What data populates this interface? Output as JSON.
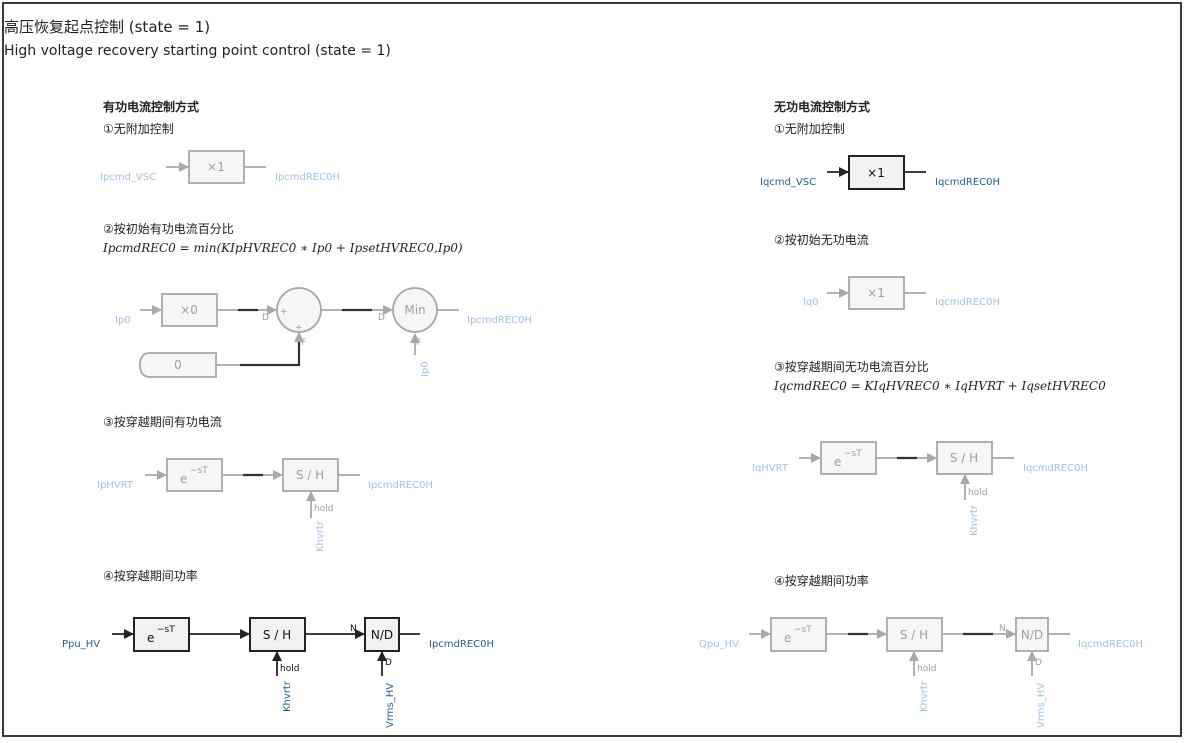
{
  "title": {
    "zh": "高压恢复起点控制 (state = 1)",
    "en": "High voltage recovery starting point control (state = 1)"
  },
  "left": {
    "heading": "有功电流控制方式",
    "opt1": {
      "label": "①无附加控制",
      "input": "Ipcmd_VSC",
      "gain": "×1",
      "output": "IpcmdREC0H"
    },
    "opt2": {
      "label": "②按初始有功电流百分比",
      "formula": "IpcmdREC0 = min(KIpHVREC0 ∗ Ip0 + IpsetHVREC0,Ip0)",
      "input": "Ip0",
      "gain": "×0",
      "const": "0",
      "sum_d": "D",
      "sum_plus1": "+",
      "sum_plus2": "+",
      "sum_f": "F",
      "min_block": "Min",
      "min_d": "D",
      "min_f": "F",
      "min_input": "Ip0",
      "output": "IpcmdREC0H"
    },
    "opt3": {
      "label": "③按穿越期间有功电流",
      "input": "IpHVRT",
      "delay": "e",
      "delay_exp": "−sT",
      "sh": "S / H",
      "hold": "hold",
      "hold_input": "Khvrtr",
      "output": "IpcmdREC0H"
    },
    "opt4": {
      "label": "④按穿越期间功率",
      "input": "Ppu_HV",
      "delay": "e",
      "delay_exp": "−sT",
      "sh": "S / H",
      "hold": "hold",
      "hold_input": "Khvrtr",
      "div": "N/D",
      "div_n": "N",
      "div_d": "D",
      "div_input": "Vrms_HV",
      "output": "IpcmdREC0H"
    }
  },
  "right": {
    "heading": "无功电流控制方式",
    "opt1": {
      "label": "①无附加控制",
      "input": "Iqcmd_VSC",
      "gain": "×1",
      "output": "IqcmdREC0H"
    },
    "opt2": {
      "label": "②按初始无功电流",
      "input": "Iq0",
      "gain": "×1",
      "output": "IqcmdREC0H"
    },
    "opt3": {
      "label": "③按穿越期间无功电流百分比",
      "formula": "IqcmdREC0 = KIqHVREC0 ∗ IqHVRT + IqsetHVREC0",
      "input": "IqHVRT",
      "delay": "e",
      "delay_exp": "−sT",
      "sh": "S / H",
      "hold": "hold",
      "hold_input": "Khvrtr",
      "output": "IqcmdREC0H"
    },
    "opt4": {
      "label": "④按穿越期间功率",
      "input": "Qpu_HV",
      "delay": "e",
      "delay_exp": "−sT",
      "sh": "S / H",
      "hold": "hold",
      "hold_input": "Khvrtr",
      "div": "N/D",
      "div_n": "N",
      "div_d": "D",
      "div_input": "Vrms_HV",
      "output": "IqcmdREC0H"
    }
  },
  "colors": {
    "active_label": "#1f5e9c",
    "faded_label": "#9ec2e6",
    "faded_block": "#a8a8a8",
    "active_block": "#222222"
  }
}
